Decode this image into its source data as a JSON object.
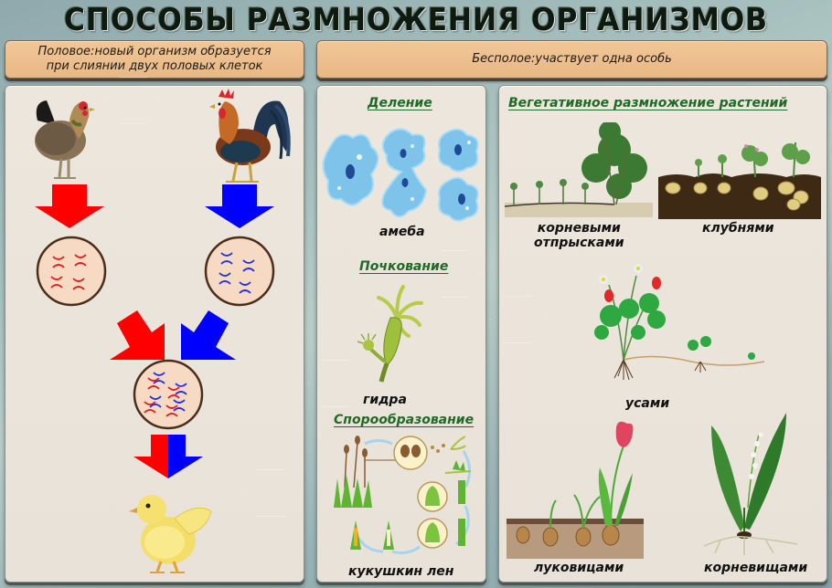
{
  "title": "СПОСОБЫ РАЗМНОЖЕНИЯ ОРГАНИЗМОВ",
  "colors": {
    "header_box": "#edbf8e",
    "panel": "#eae4da",
    "section_title": "#1f6a24",
    "female_arrow": "#ff0000",
    "male_arrow": "#0000ff",
    "cell_fill": "#f6dac4",
    "cell_border": "#4a2e1a"
  },
  "sexual": {
    "header_line1": "Половое:новый организм образуется",
    "header_line2": "при слиянии двух половых клеток",
    "parents": [
      {
        "name": "hen",
        "icon": "hen-icon",
        "arrow_color": "red",
        "gamete_chromosomes": "red"
      },
      {
        "name": "rooster",
        "icon": "rooster-icon",
        "arrow_color": "blue",
        "gamete_chromosomes": "blue"
      }
    ],
    "zygote": {
      "icon": "zygote-cell-icon",
      "chromosomes": "red+blue"
    },
    "offspring": {
      "name": "chick",
      "icon": "chick-icon"
    }
  },
  "asexual": {
    "header": "Бесполое:участвует одна особь",
    "division": {
      "title": "Деление",
      "caption": "амеба"
    },
    "budding": {
      "title": "Почкование",
      "caption": "гидра"
    },
    "sporulation": {
      "title": "Спорообразование",
      "caption": "кукушкин лен"
    }
  },
  "vegetative": {
    "title": "Вегетативное размножение растений",
    "items": [
      {
        "caption_line1": "корневыми",
        "caption_line2": "отпрысками",
        "icon": "root-suckers-icon"
      },
      {
        "caption_line1": "клубнями",
        "icon": "potato-tubers-icon"
      },
      {
        "caption_line1": "усами",
        "icon": "strawberry-runners-icon"
      },
      {
        "caption_line1": "луковицами",
        "icon": "tulip-bulbs-icon"
      },
      {
        "caption_line1": "корневищами",
        "icon": "lily-rhizome-icon"
      }
    ]
  }
}
